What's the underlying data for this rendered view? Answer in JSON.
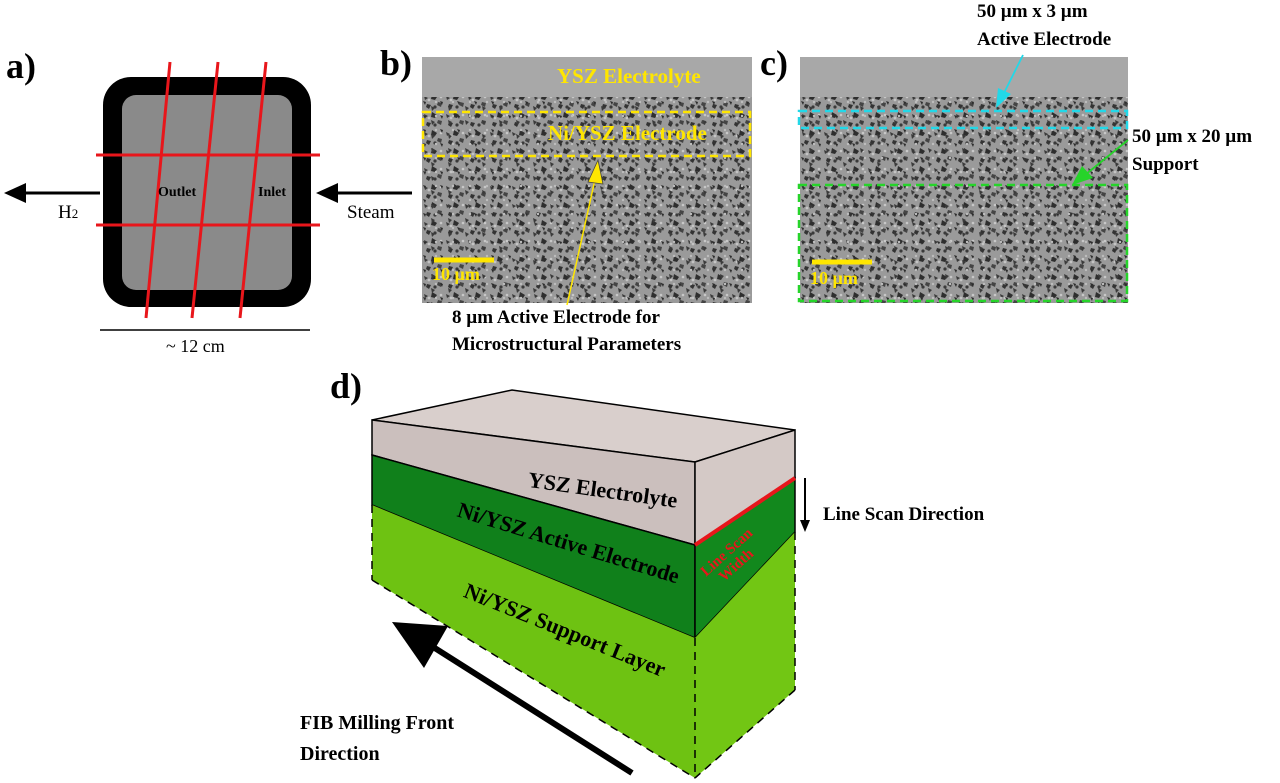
{
  "panels": {
    "a": {
      "label": "a)",
      "outlet": "Outlet",
      "inlet": "Inlet",
      "h2_main": "H",
      "h2_sub": "2",
      "steam": "Steam",
      "size": "~ 12 cm"
    },
    "b": {
      "label": "b)",
      "electrolyte": "YSZ Electrolyte",
      "electrode": "Ni/YSZ Electrode",
      "scale": "10 µm",
      "note_line1": "8 µm Active Electrode for",
      "note_line2": "Microstructural Parameters"
    },
    "c": {
      "label": "c)",
      "active_line1": "50 µm x 3 µm",
      "active_line2": "Active Electrode",
      "support_line1": "50 µm x 20 µm",
      "support_line2": "Support",
      "scale": "10 µm"
    },
    "d": {
      "label": "d)",
      "electrolyte": "YSZ Electrolyte",
      "active": "Ni/YSZ Active Electrode",
      "support": "Ni/YSZ Support Layer",
      "scan_direction": "Line Scan Direction",
      "scan_width_line1": "Line Scan",
      "scan_width_line2": "Width",
      "fib_line1": "FIB Milling Front",
      "fib_line2": "Direction"
    }
  },
  "colors": {
    "grid_red": "#e8161b",
    "frame_black": "#000000",
    "cell_gray": "#8a8a8a",
    "electrolyte_top": "#d9cfcc",
    "electrolyte": "#cbbfbd",
    "active_green": "#10801b",
    "support_green": "#6ec212",
    "highlight_yellow": "#ffe600",
    "highlight_cyan": "#22d8e8",
    "highlight_green": "#26d42a"
  }
}
